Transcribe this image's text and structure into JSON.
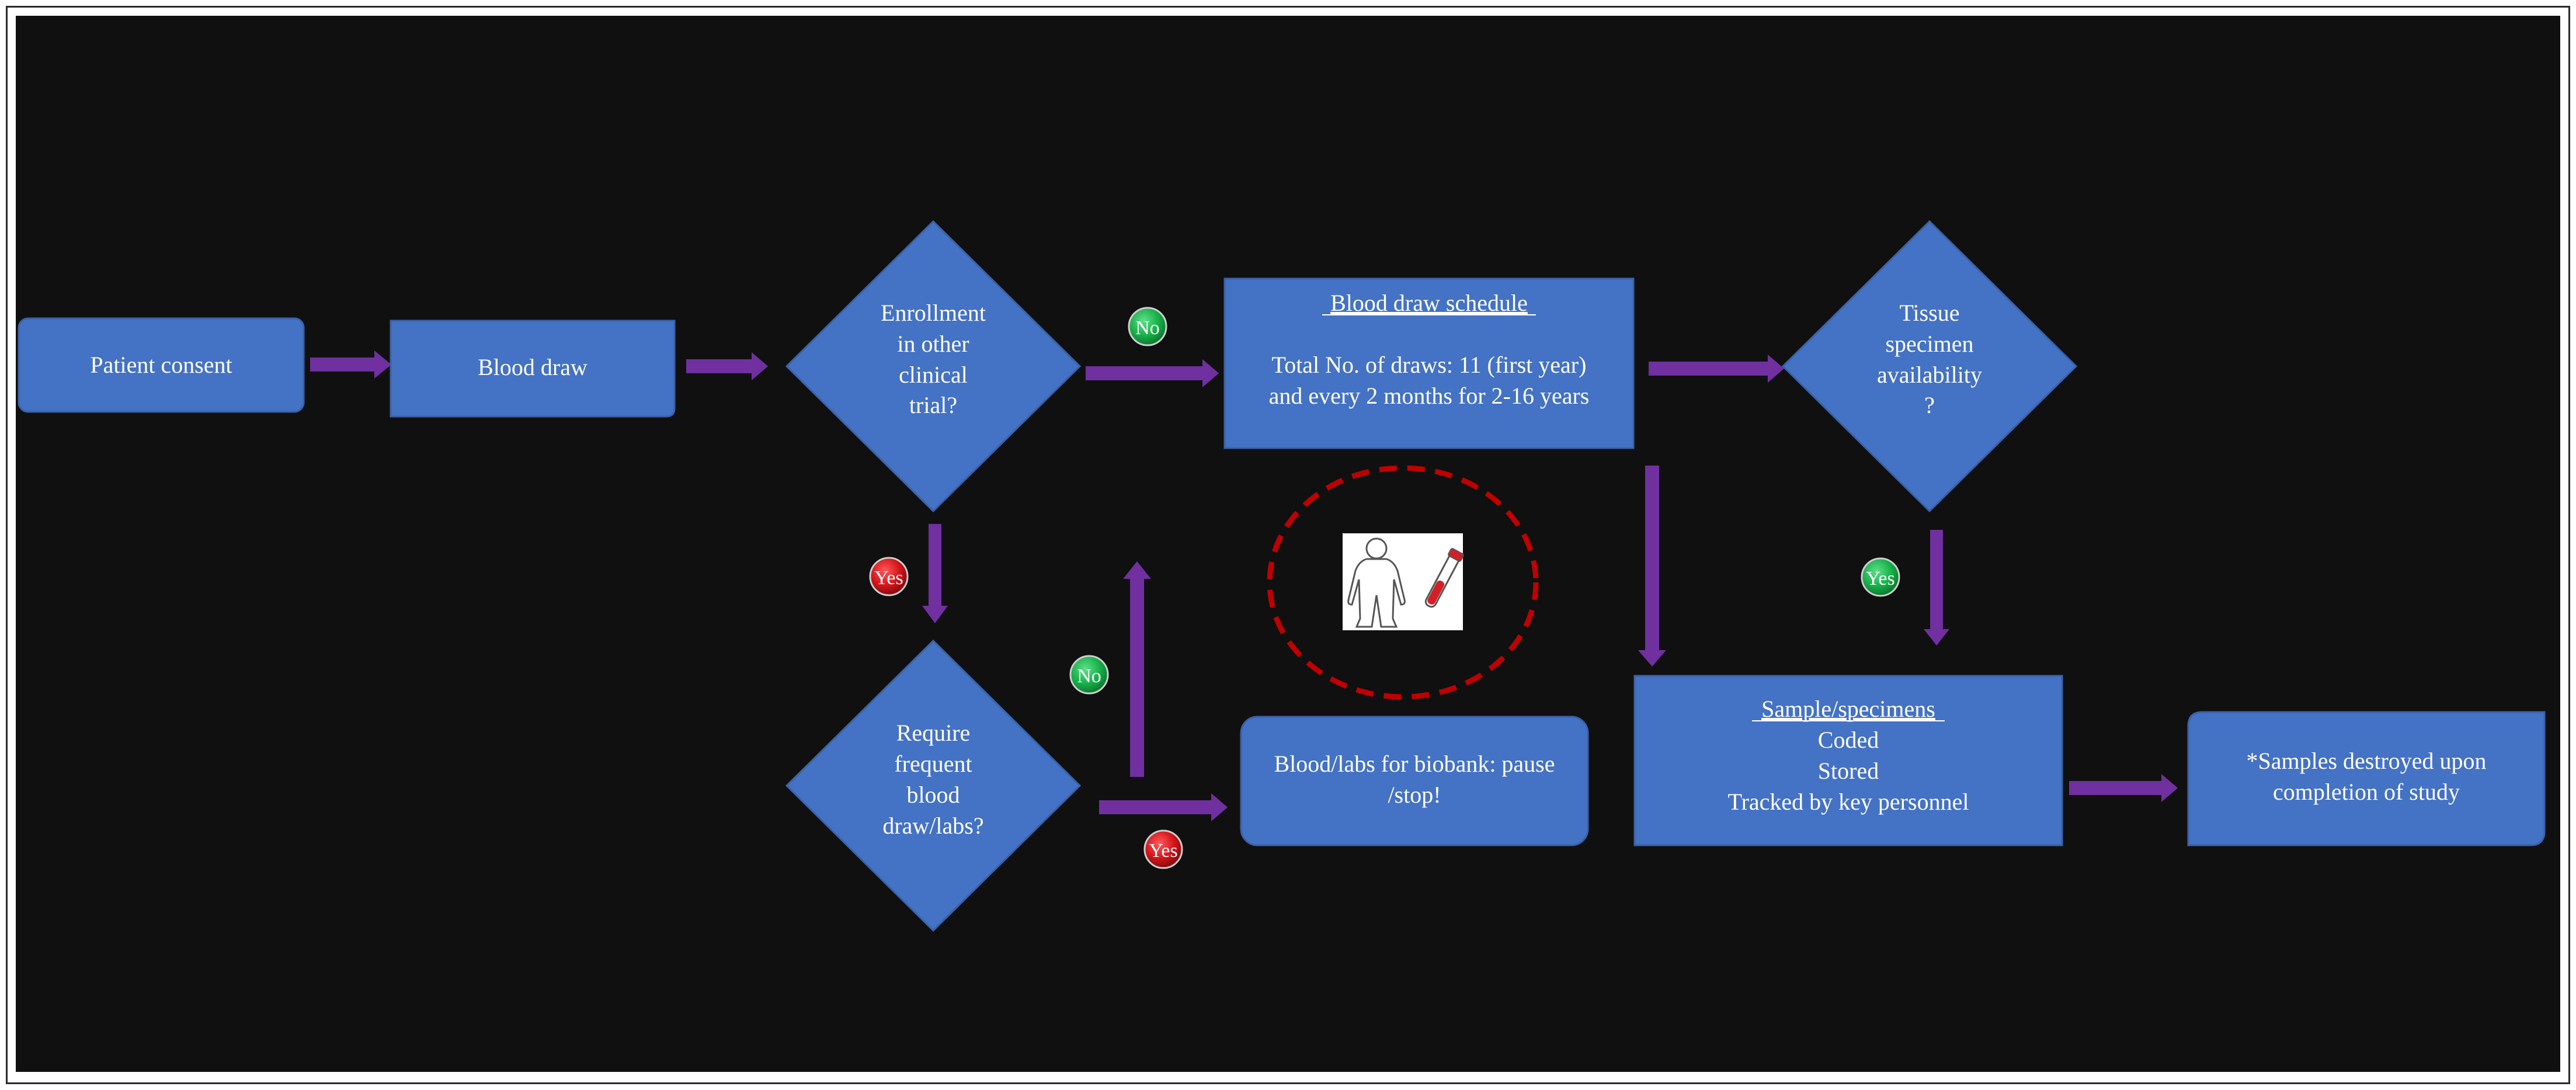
{
  "nodes": {
    "patient_consent": "Patient consent",
    "blood_draw": "Blood draw",
    "enrollment_trial": [
      "Enrollment",
      "in other",
      "clinical",
      "trial?"
    ],
    "schedule": {
      "title": "Blood draw schedule",
      "line1": "Total No. of draws: 11 (first year)",
      "line2": "and every 2 months for 2-16 years"
    },
    "tissue_availability": [
      "Tissue",
      "specimen",
      "availability",
      "?"
    ],
    "require_frequent": [
      "Require",
      "frequent",
      "blood",
      "draw/labs?"
    ],
    "biobank_pause": [
      "Blood/labs for biobank: pause",
      "/stop!"
    ],
    "samples": {
      "title": "Sample/specimens",
      "lines": [
        "Coded",
        "Stored",
        "Tracked by key personnel"
      ]
    },
    "destroyed": [
      "*Samples destroyed upon",
      "completion of study"
    ]
  },
  "badges": {
    "no_enrollment": "No",
    "yes_enrollment": "Yes",
    "no_frequent": "No",
    "yes_frequent": "Yes",
    "yes_tissue": "Yes"
  },
  "colors": {
    "background": "#101010",
    "box_fill": "#4472c4",
    "arrow": "#7030a0",
    "badge_green": "#1db954",
    "badge_red": "#d3151b",
    "dashed_circle": "#c00000"
  },
  "icons": {
    "patient_sample": "person-with-blood-tube-icon"
  }
}
